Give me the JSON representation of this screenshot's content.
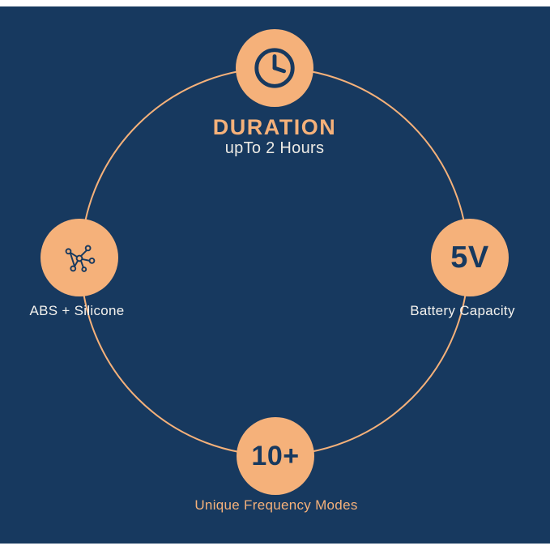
{
  "colors": {
    "background": "#17395f",
    "accent": "#f5b17a",
    "text_light": "#f4f2ee",
    "frame": "#ffffff"
  },
  "features": {
    "duration": {
      "icon": "clock-icon",
      "title": "DURATION",
      "subtitle": "upTo 2 Hours"
    },
    "battery": {
      "badge": "5V",
      "label": "Battery Capacity"
    },
    "modes": {
      "badge": "10+",
      "label": "Unique Frequency Modes"
    },
    "material": {
      "icon": "molecule-icon",
      "label": "ABS + Silicone"
    }
  }
}
